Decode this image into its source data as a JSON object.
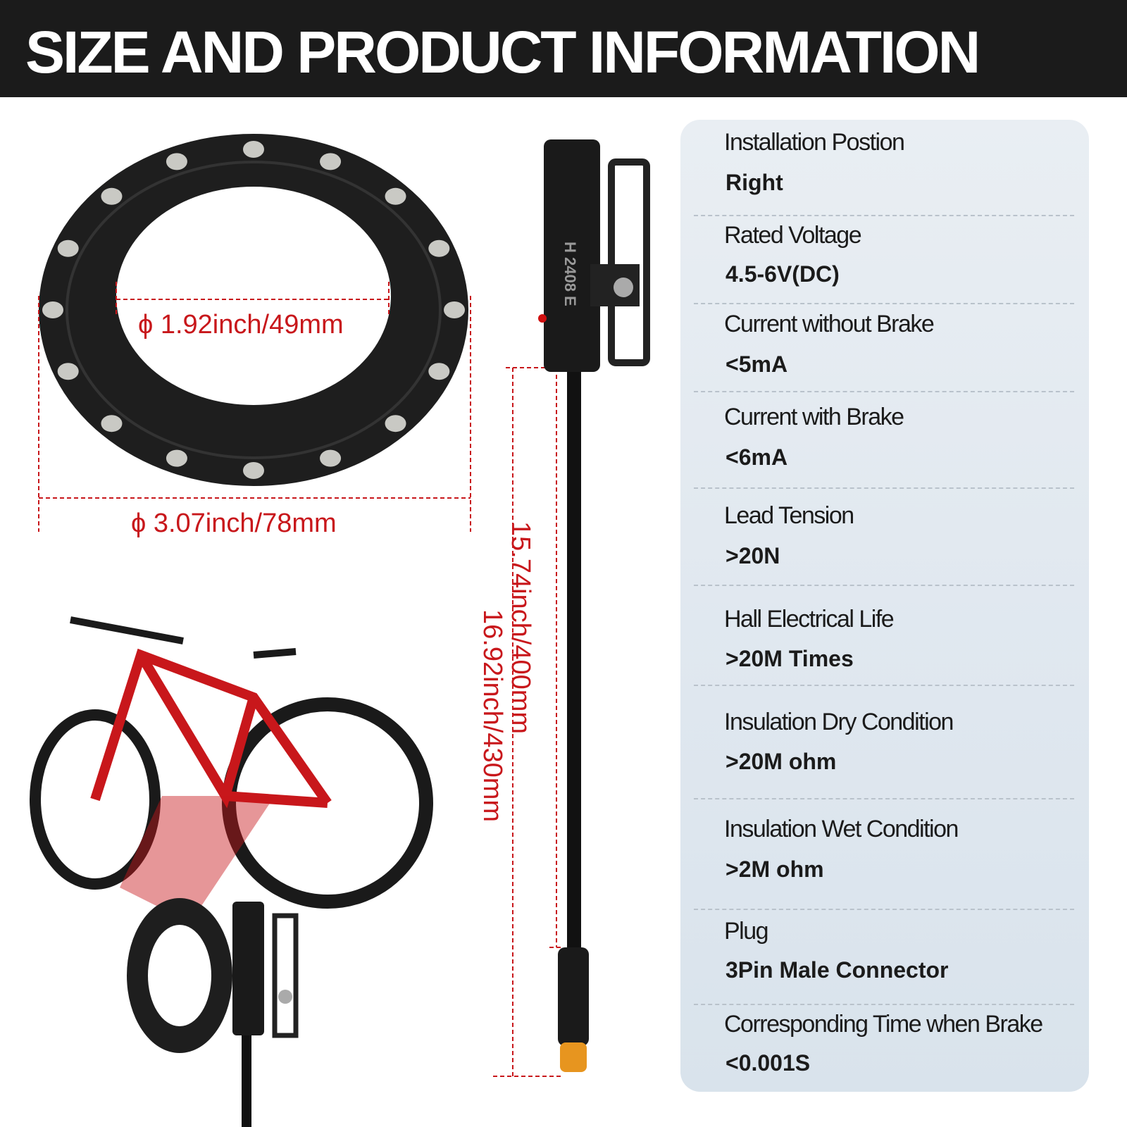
{
  "header": {
    "title": "SIZE AND PRODUCT INFORMATION"
  },
  "dimensions": {
    "inner_diameter": "ϕ 1.92inch/49mm",
    "outer_diameter": "ϕ 3.07inch/78mm",
    "cable_length": "15.74inch/400mm",
    "total_length": "16.92inch/430mm"
  },
  "sensor_marking": "H 2408 E",
  "specs": [
    {
      "label": "Installation Postion",
      "value": "Right"
    },
    {
      "label": "Rated Voltage",
      "value": "4.5-6V(DC)"
    },
    {
      "label": "Current without Brake",
      "value": "<5mA"
    },
    {
      "label": "Current with Brake",
      "value": "<6mA"
    },
    {
      "label": "Lead Tension",
      "value": ">20N"
    },
    {
      "label": "Hall Electrical Life",
      "value": ">20M Times"
    },
    {
      "label": "Insulation Dry Condition",
      "value": ">20M ohm"
    },
    {
      "label": "Insulation Wet Condition",
      "value": ">2M ohm"
    },
    {
      "label": "Plug",
      "value": "3Pin Male Connector"
    },
    {
      "label": "Corresponding Time when Brake",
      "value": "<0.001S"
    }
  ],
  "colors": {
    "accent": "#c8171b",
    "header_bg": "#1b1b1b",
    "panel_bg": "#e3eaf1"
  }
}
